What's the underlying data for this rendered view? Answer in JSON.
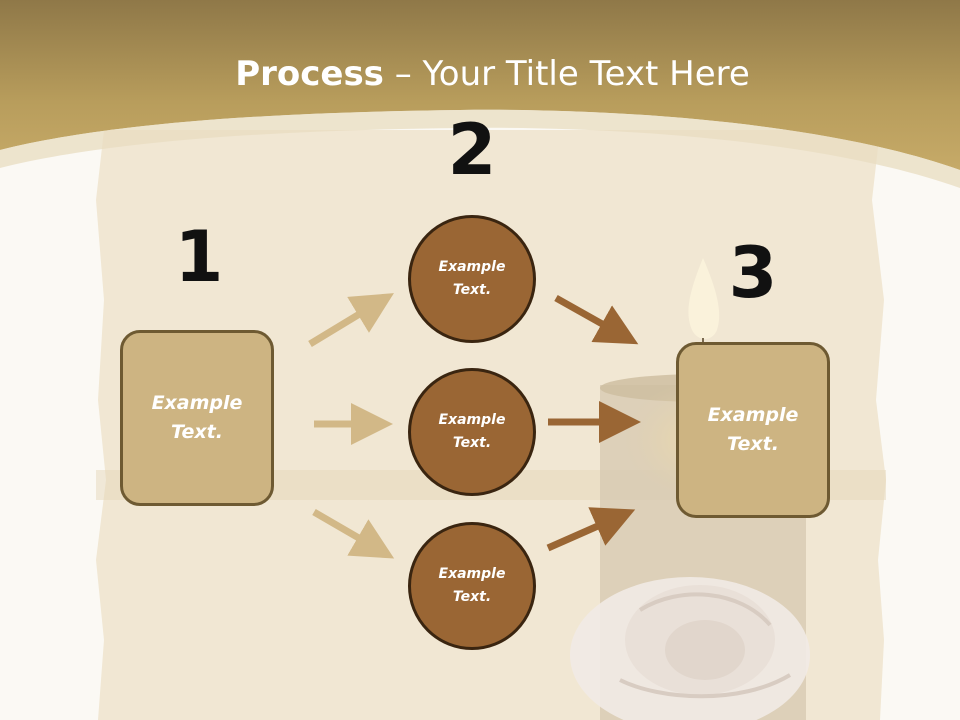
{
  "title": {
    "bold": "Process",
    "rest": " – Your Title Text Here"
  },
  "steps": {
    "n1": "1",
    "n2": "2",
    "n3": "3"
  },
  "left_box": {
    "text": "Example Text."
  },
  "right_box": {
    "text": "Example Text."
  },
  "circles": [
    {
      "text": "Example Text."
    },
    {
      "text": "Example Text."
    },
    {
      "text": "Example Text."
    }
  ],
  "colors": {
    "header_gold": "#b89d5c",
    "box_fill": "#cdb482",
    "circle_fill": "#9a6634",
    "arrow_light": "#d2b887",
    "arrow_dark": "#9a6634"
  }
}
